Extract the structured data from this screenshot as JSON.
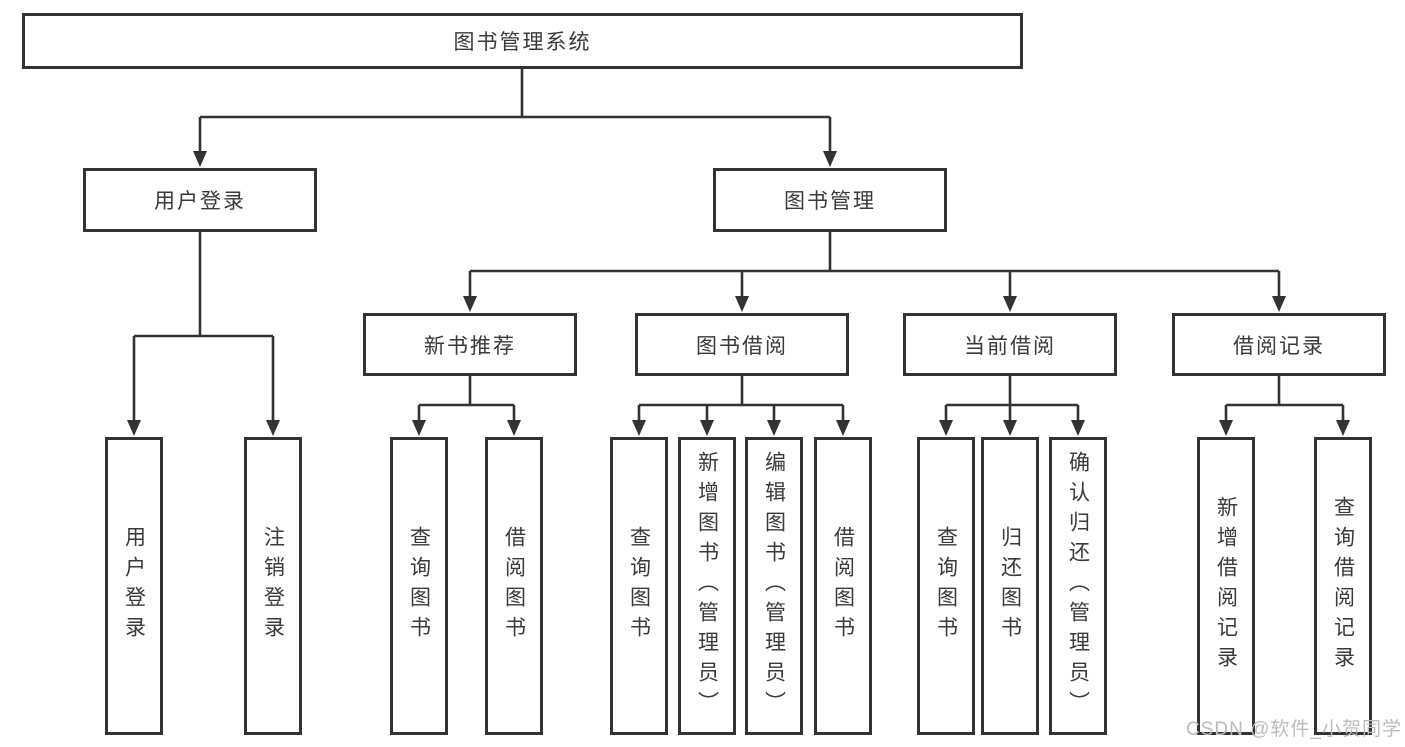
{
  "tree": {
    "label": "图书管理系统",
    "children": [
      {
        "label": "用户登录",
        "children": [
          {
            "label": "用户登录"
          },
          {
            "label": "注销登录"
          }
        ]
      },
      {
        "label": "图书管理",
        "children": [
          {
            "label": "新书推荐",
            "children": [
              {
                "label": "查询图书"
              },
              {
                "label": "借阅图书"
              }
            ]
          },
          {
            "label": "图书借阅",
            "children": [
              {
                "label": "查询图书"
              },
              {
                "label": "新增图书（管理员）"
              },
              {
                "label": "编辑图书（管理员）"
              },
              {
                "label": "借阅图书"
              }
            ]
          },
          {
            "label": "当前借阅",
            "children": [
              {
                "label": "查询图书"
              },
              {
                "label": "归还图书"
              },
              {
                "label": "确认归还（管理员）"
              }
            ]
          },
          {
            "label": "借阅记录",
            "children": [
              {
                "label": "新增借阅记录"
              },
              {
                "label": "查询借阅记录"
              }
            ]
          }
        ]
      }
    ]
  },
  "watermark": {
    "text": "CSDN @软件_小贺同学"
  },
  "colors": {
    "line": "#333333",
    "text": "#3a3a3a",
    "watermark": "#bcbcbc",
    "background": "#ffffff"
  }
}
